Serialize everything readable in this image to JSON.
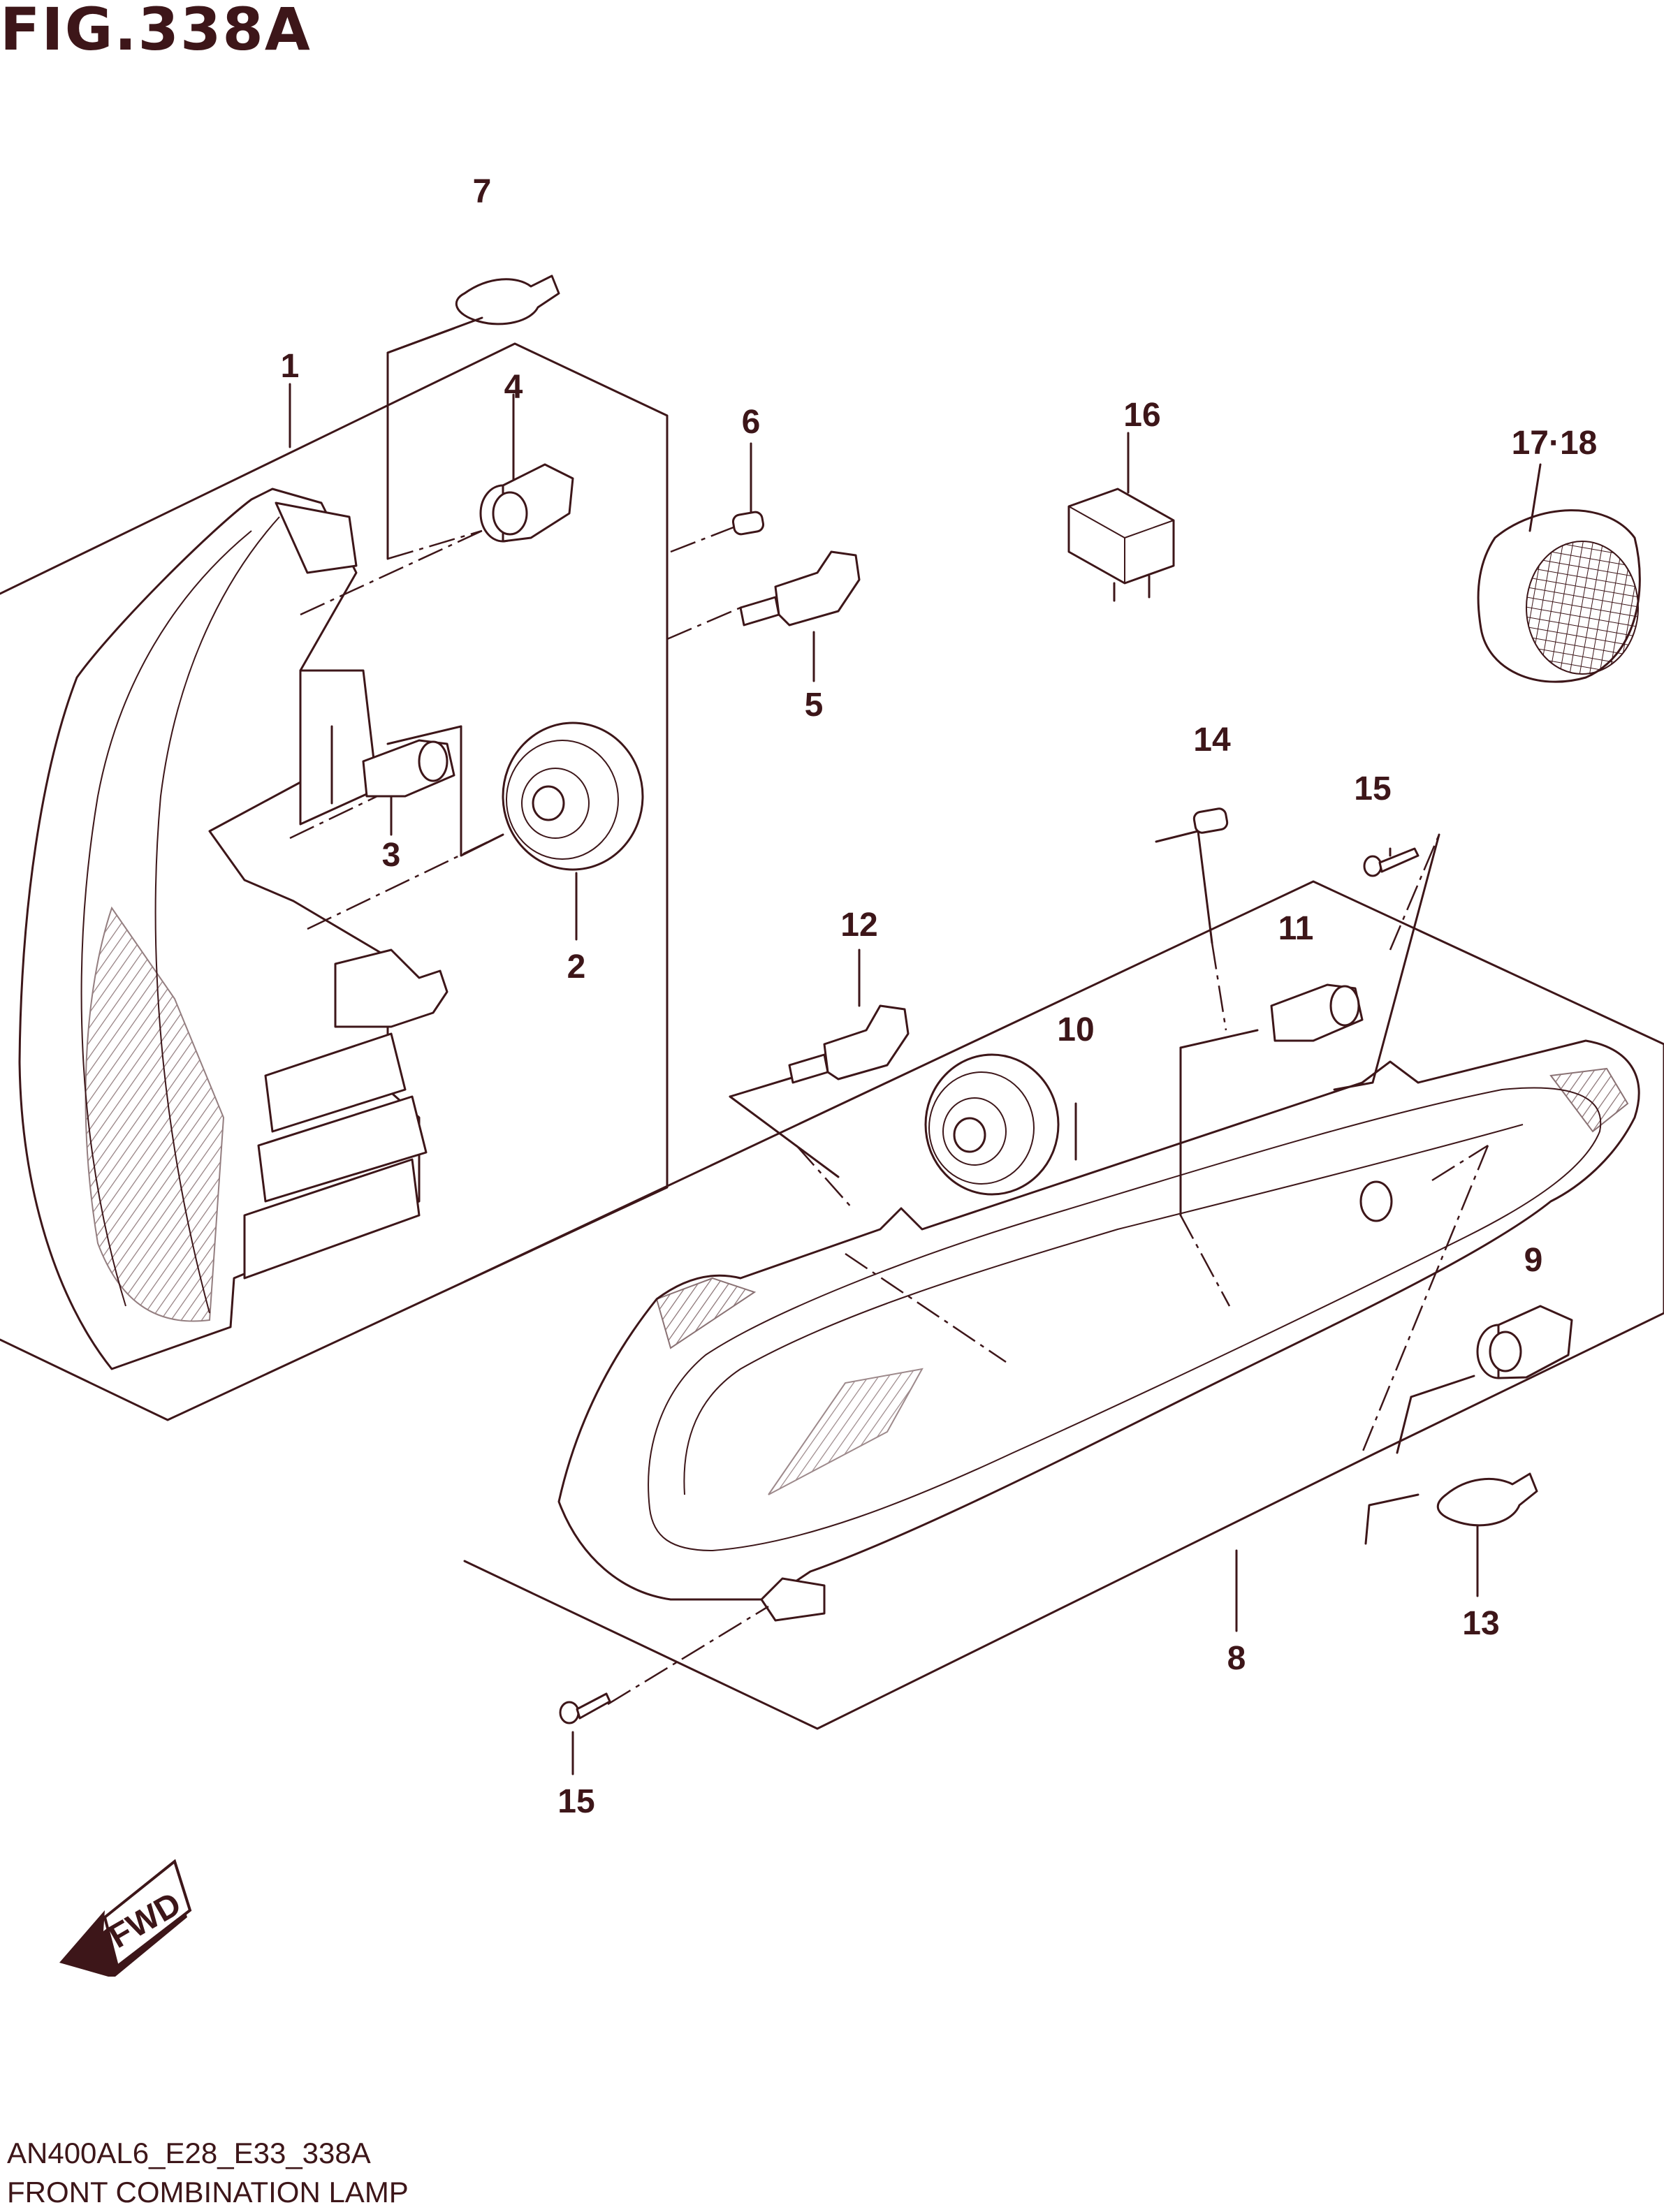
{
  "figure": {
    "title": "FIG.338A",
    "code": "AN400AL6_E28_E33_338A",
    "name": "FRONT COMBINATION LAMP"
  },
  "callouts": [
    "1",
    "2",
    "3",
    "4",
    "5",
    "6",
    "7",
    "8",
    "9",
    "10",
    "11",
    "12",
    "13",
    "14",
    "15",
    "15",
    "16",
    "17·18"
  ],
  "fwd_label": "FWD",
  "colors": {
    "ink": "#3d1619",
    "background": "#ffffff"
  }
}
